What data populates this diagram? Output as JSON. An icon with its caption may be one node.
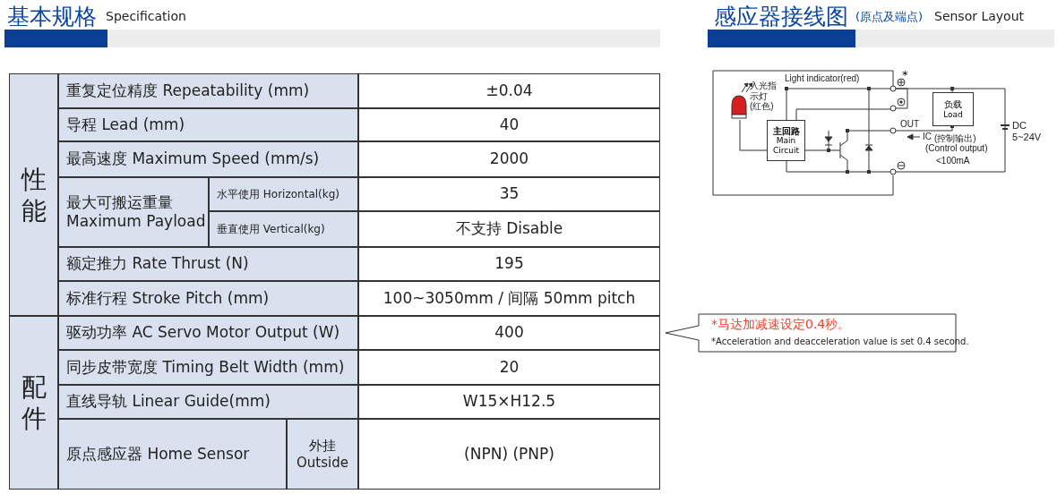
{
  "diagram": {
    "nodes": [
      {
        "text": [],
        "shape": "bar"
      },
      {
        "text": [],
        "shape": "bar"
      },
      {
        "text": [
          "主回路",
          "Main Circuit"
        ]
      },
      {
        "text": [
          "负载",
          "Load"
        ]
      },
      {
        "text": [
          "*马达加减速设定0.4秒。",
          "*Acceleration and deacceleration value is set 0.4 second."
        ]
      }
    ],
    "labels": [
      "基本规格",
      "Specification",
      "感应器接线图",
      "(原点及端点)",
      "Sensor Layout",
      "性能",
      "重复定位精度 Repeatability (mm)",
      "±0.04",
      "导程 Lead (mm)",
      "40",
      "最高速度 Maximum Speed (mm/s)",
      "2000",
      "最大可搬运重量 Maximum Payload",
      "水平使用 Horizontal(kg)",
      "35",
      "垂直使用 Vertical(kg)",
      "不支持 Disable",
      "额定推力 Rate Thrust (N)",
      "195",
      "标准行程 Stroke Pitch (mm)",
      "100~3050mm / 间隔 50mm pitch",
      "配件",
      "驱动功率 AC Servo Motor Output (W)",
      "400",
      "同步皮带宽度 Timing Belt Width (mm)",
      "20",
      "直线导轨 Linear Guide(mm)",
      "W15×H12.5",
      "原点感应器 Home Sensor",
      "外挂 Outside",
      "(NPN) (PNP)",
      "Light indicator(red)",
      "入光指示灯(红色)",
      "*",
      "OUT",
      "IC",
      "(控制输出)",
      "(Control output)",
      "<100mA",
      "DC 5~24V"
    ]
  }
}
